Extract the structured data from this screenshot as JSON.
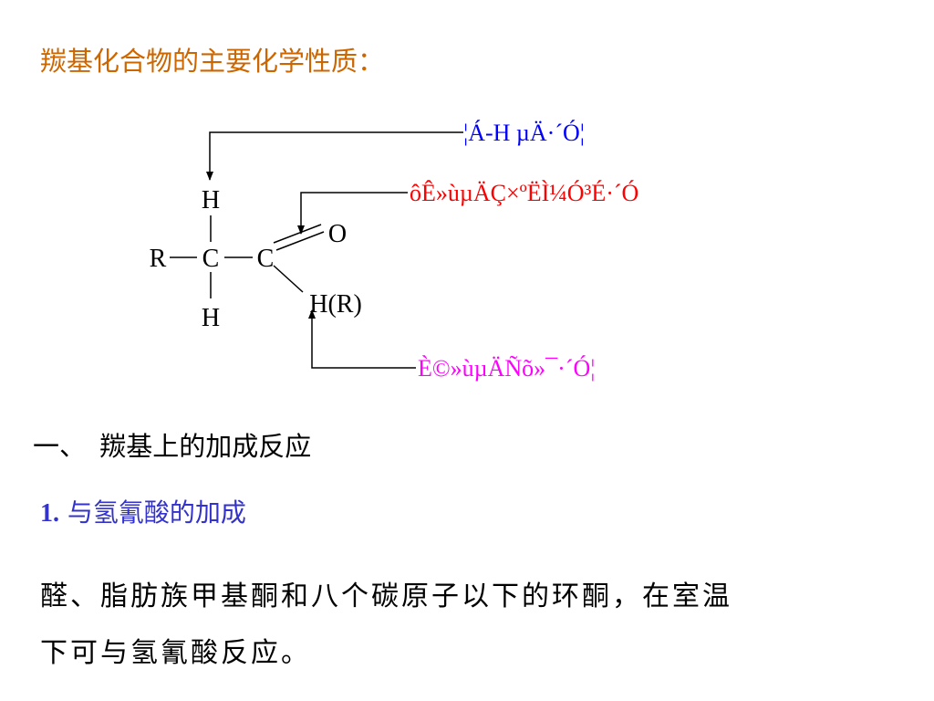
{
  "title": "羰基化合物的主要化学性质：",
  "structure": {
    "atom_R": "R",
    "atom_C1": "C",
    "atom_C2": "C",
    "atom_H_top": "H",
    "atom_H_bottom": "H",
    "atom_O": "O",
    "atom_HR": "H(R)"
  },
  "annotations": {
    "alpha_h": {
      "text": "¦Á-H µÄ·´Ó¦",
      "color": "#0000ff"
    },
    "nucleophilic": {
      "text": "ôÊ»ùµÄÇ×ºËÌ¼Ó³É·´Ó",
      "color": "#ff0000"
    },
    "oxidation": {
      "text": "È©»ùµÄÑõ»¯·´Ó¦",
      "color": "#ff00ff"
    }
  },
  "section": {
    "label": "一、",
    "title": "羰基上的加成反应"
  },
  "subsection": {
    "number": "1.",
    "title": "与氢氰酸的加成"
  },
  "body": {
    "line1": "醛、脂肪族甲基酮和八个碳原子以下的环酮，在室温",
    "line2": "下可与氢氰酸反应。"
  }
}
